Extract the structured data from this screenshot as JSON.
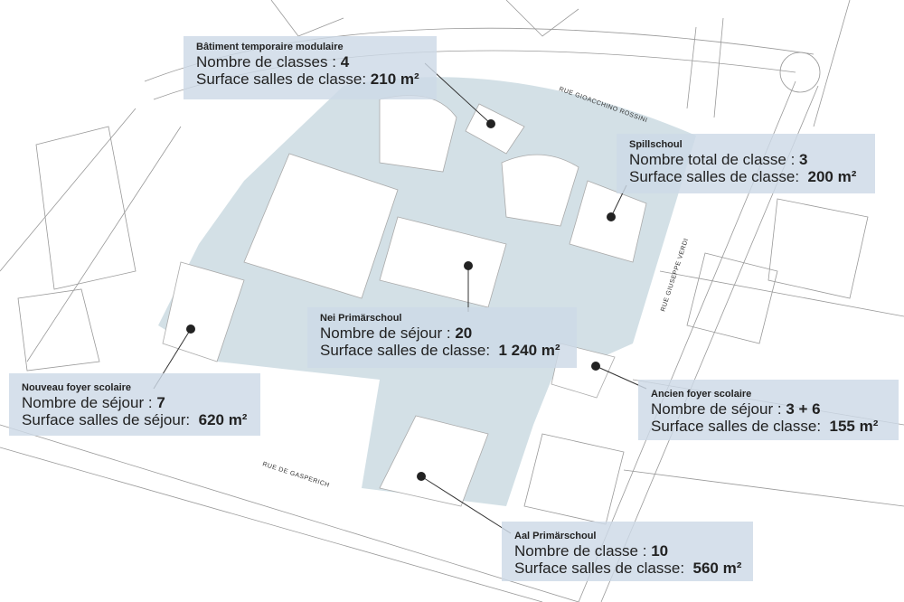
{
  "streets": [
    "RUE GIOACCHINO ROSSINI",
    "RUE GIUSEPPE VERDI",
    "RUE DE GASPERICH"
  ],
  "labels": [
    {
      "title": "Bâtiment temporaire modulaire",
      "line1_label": "Nombre de classes :",
      "line1_value": "4",
      "line2_label": "Surface salles de classe:",
      "line2_value": "210 m²"
    },
    {
      "title": "Spillschoul",
      "line1_label": "Nombre total de classe :",
      "line1_value": "3",
      "line2_label": "Surface salles de classe:",
      "line2_value": "200 m²"
    },
    {
      "title": "Nei Primärschoul",
      "line1_label": "Nombre de séjour :",
      "line1_value": "20",
      "line2_label": "Surface salles de classe:",
      "line2_value": "1 240 m²"
    },
    {
      "title": "Nouveau foyer scolaire",
      "line1_label": "Nombre de séjour :",
      "line1_value": "7",
      "line2_label": "Surface salles de séjour:",
      "line2_value": "620 m²"
    },
    {
      "title": "Ancien foyer scolaire",
      "line1_label": "Nombre de séjour :",
      "line1_value": "3 + 6",
      "line2_label": "Surface salles de classe:",
      "line2_value": "155 m²"
    },
    {
      "title": "Aal Primärschoul",
      "line1_label": "Nombre de classe :",
      "line1_value": "10",
      "line2_label": "Surface salles de classe:",
      "line2_value": "560 m²"
    }
  ],
  "colors": {
    "park": "#d3e0e6",
    "label_bg": "#cdd9e6",
    "lines": "#888888"
  }
}
